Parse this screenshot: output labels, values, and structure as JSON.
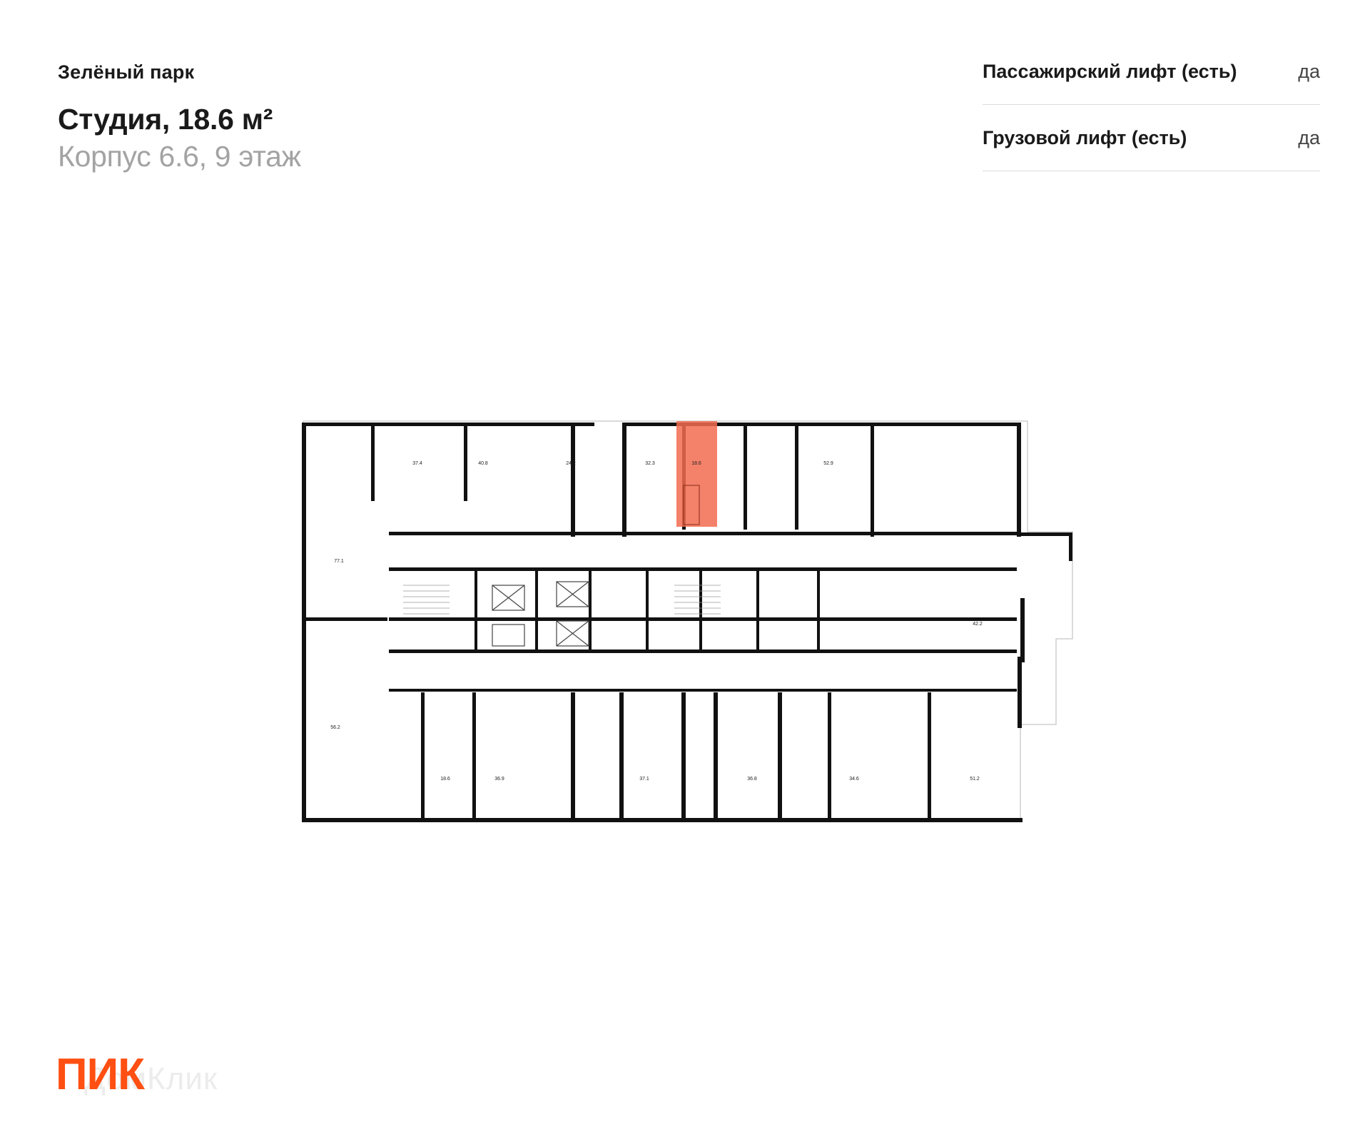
{
  "header": {
    "complex_name": "Зелёный парк",
    "unit_title": "Студия, 18.6 м²",
    "building_floor": "Корпус 6.6, 9 этаж"
  },
  "features": [
    {
      "label": "Пассажирский лифт (есть)",
      "value": "да"
    },
    {
      "label": "Грузовой лифт (есть)",
      "value": "да"
    }
  ],
  "floor_plan": {
    "highlight_color": "#f26b4f",
    "top_units": [
      "37.4",
      "40.8",
      "24.2",
      "32.3",
      "18.6",
      "52.9"
    ],
    "side_units": [
      "77.1",
      "42.2"
    ],
    "bottom_units": [
      "56.2",
      "18.6",
      "36.9",
      "37.1",
      "36.8",
      "34.6",
      "51.2"
    ],
    "selected_unit": "18.6"
  },
  "branding": {
    "logo_text": "ПИК",
    "watermark_text": "ДомКлик",
    "logo_color": "#ff4f12"
  }
}
